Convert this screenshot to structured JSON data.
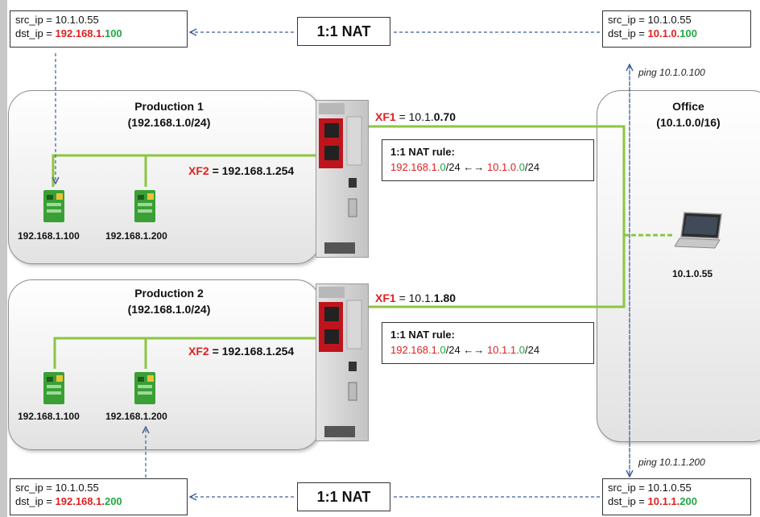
{
  "top_left_box": {
    "src_label": "src_ip = 10.1.0.55",
    "dst_prefix": "dst_ip = ",
    "dst_red": "192.168.1.",
    "dst_green": "100"
  },
  "top_right_box": {
    "src_label": "src_ip = 10.1.0.55",
    "dst_prefix": "dst_ip = ",
    "dst_red": "10.1.0.",
    "dst_green": "100"
  },
  "bottom_left_box": {
    "src_label": "src_ip = 10.1.0.55",
    "dst_prefix": "dst_ip = ",
    "dst_red": "192.168.1.",
    "dst_green": "200"
  },
  "bottom_right_box": {
    "src_label": "src_ip = 10.1.0.55",
    "dst_prefix": "dst_ip = ",
    "dst_red": "10.1.1.",
    "dst_green": "200"
  },
  "nat_top": "1:1 NAT",
  "nat_bottom": "1:1 NAT",
  "ping_top": "ping 10.1.0.100",
  "ping_bottom": "ping 10.1.1.200",
  "production1": {
    "title": "Production 1",
    "subnet": "(192.168.1.0/24)",
    "xf1_name": "XF1",
    "xf1_eq": " = 10.1.",
    "xf1_bold": "0.70",
    "xf2_name": "XF2",
    "xf2_eq": " = 192.168.1.254",
    "devices": [
      "192.168.1.100",
      "192.168.1.200"
    ],
    "rule": {
      "title": "1:1 NAT rule:",
      "a_red": "192.168.1.",
      "a_green": "0",
      "a_suffix": "/24 ←→ ",
      "b_red": "10.1.0.",
      "b_green": "0",
      "b_suffix": "/24"
    }
  },
  "production2": {
    "title": "Production 2",
    "subnet": "(192.168.1.0/24)",
    "xf1_name": "XF1",
    "xf1_eq": " = 10.1.",
    "xf1_bold": "1.80",
    "xf2_name": "XF2",
    "xf2_eq": " = 192.168.1.254",
    "devices": [
      "192.168.1.100",
      "192.168.1.200"
    ],
    "rule": {
      "title": "1:1 NAT rule:",
      "a_red": "192.168.1.",
      "a_green": "0",
      "a_suffix": "/24 ←→ ",
      "b_red": "10.1.1.",
      "b_green": "0",
      "b_suffix": "/24"
    }
  },
  "office": {
    "title": "Office",
    "subnet": "(10.1.0.0/16)",
    "laptop_ip": "10.1.0.55"
  },
  "colors": {
    "link_green": "#8cc63f",
    "arrow_blue": "#3a5f95",
    "ip_red": "#e02020",
    "ip_green": "#22a845",
    "router_red": "#c0141c"
  },
  "icons": {
    "plc": "plc-device-icon",
    "router": "nat-router-icon",
    "laptop": "laptop-icon"
  }
}
